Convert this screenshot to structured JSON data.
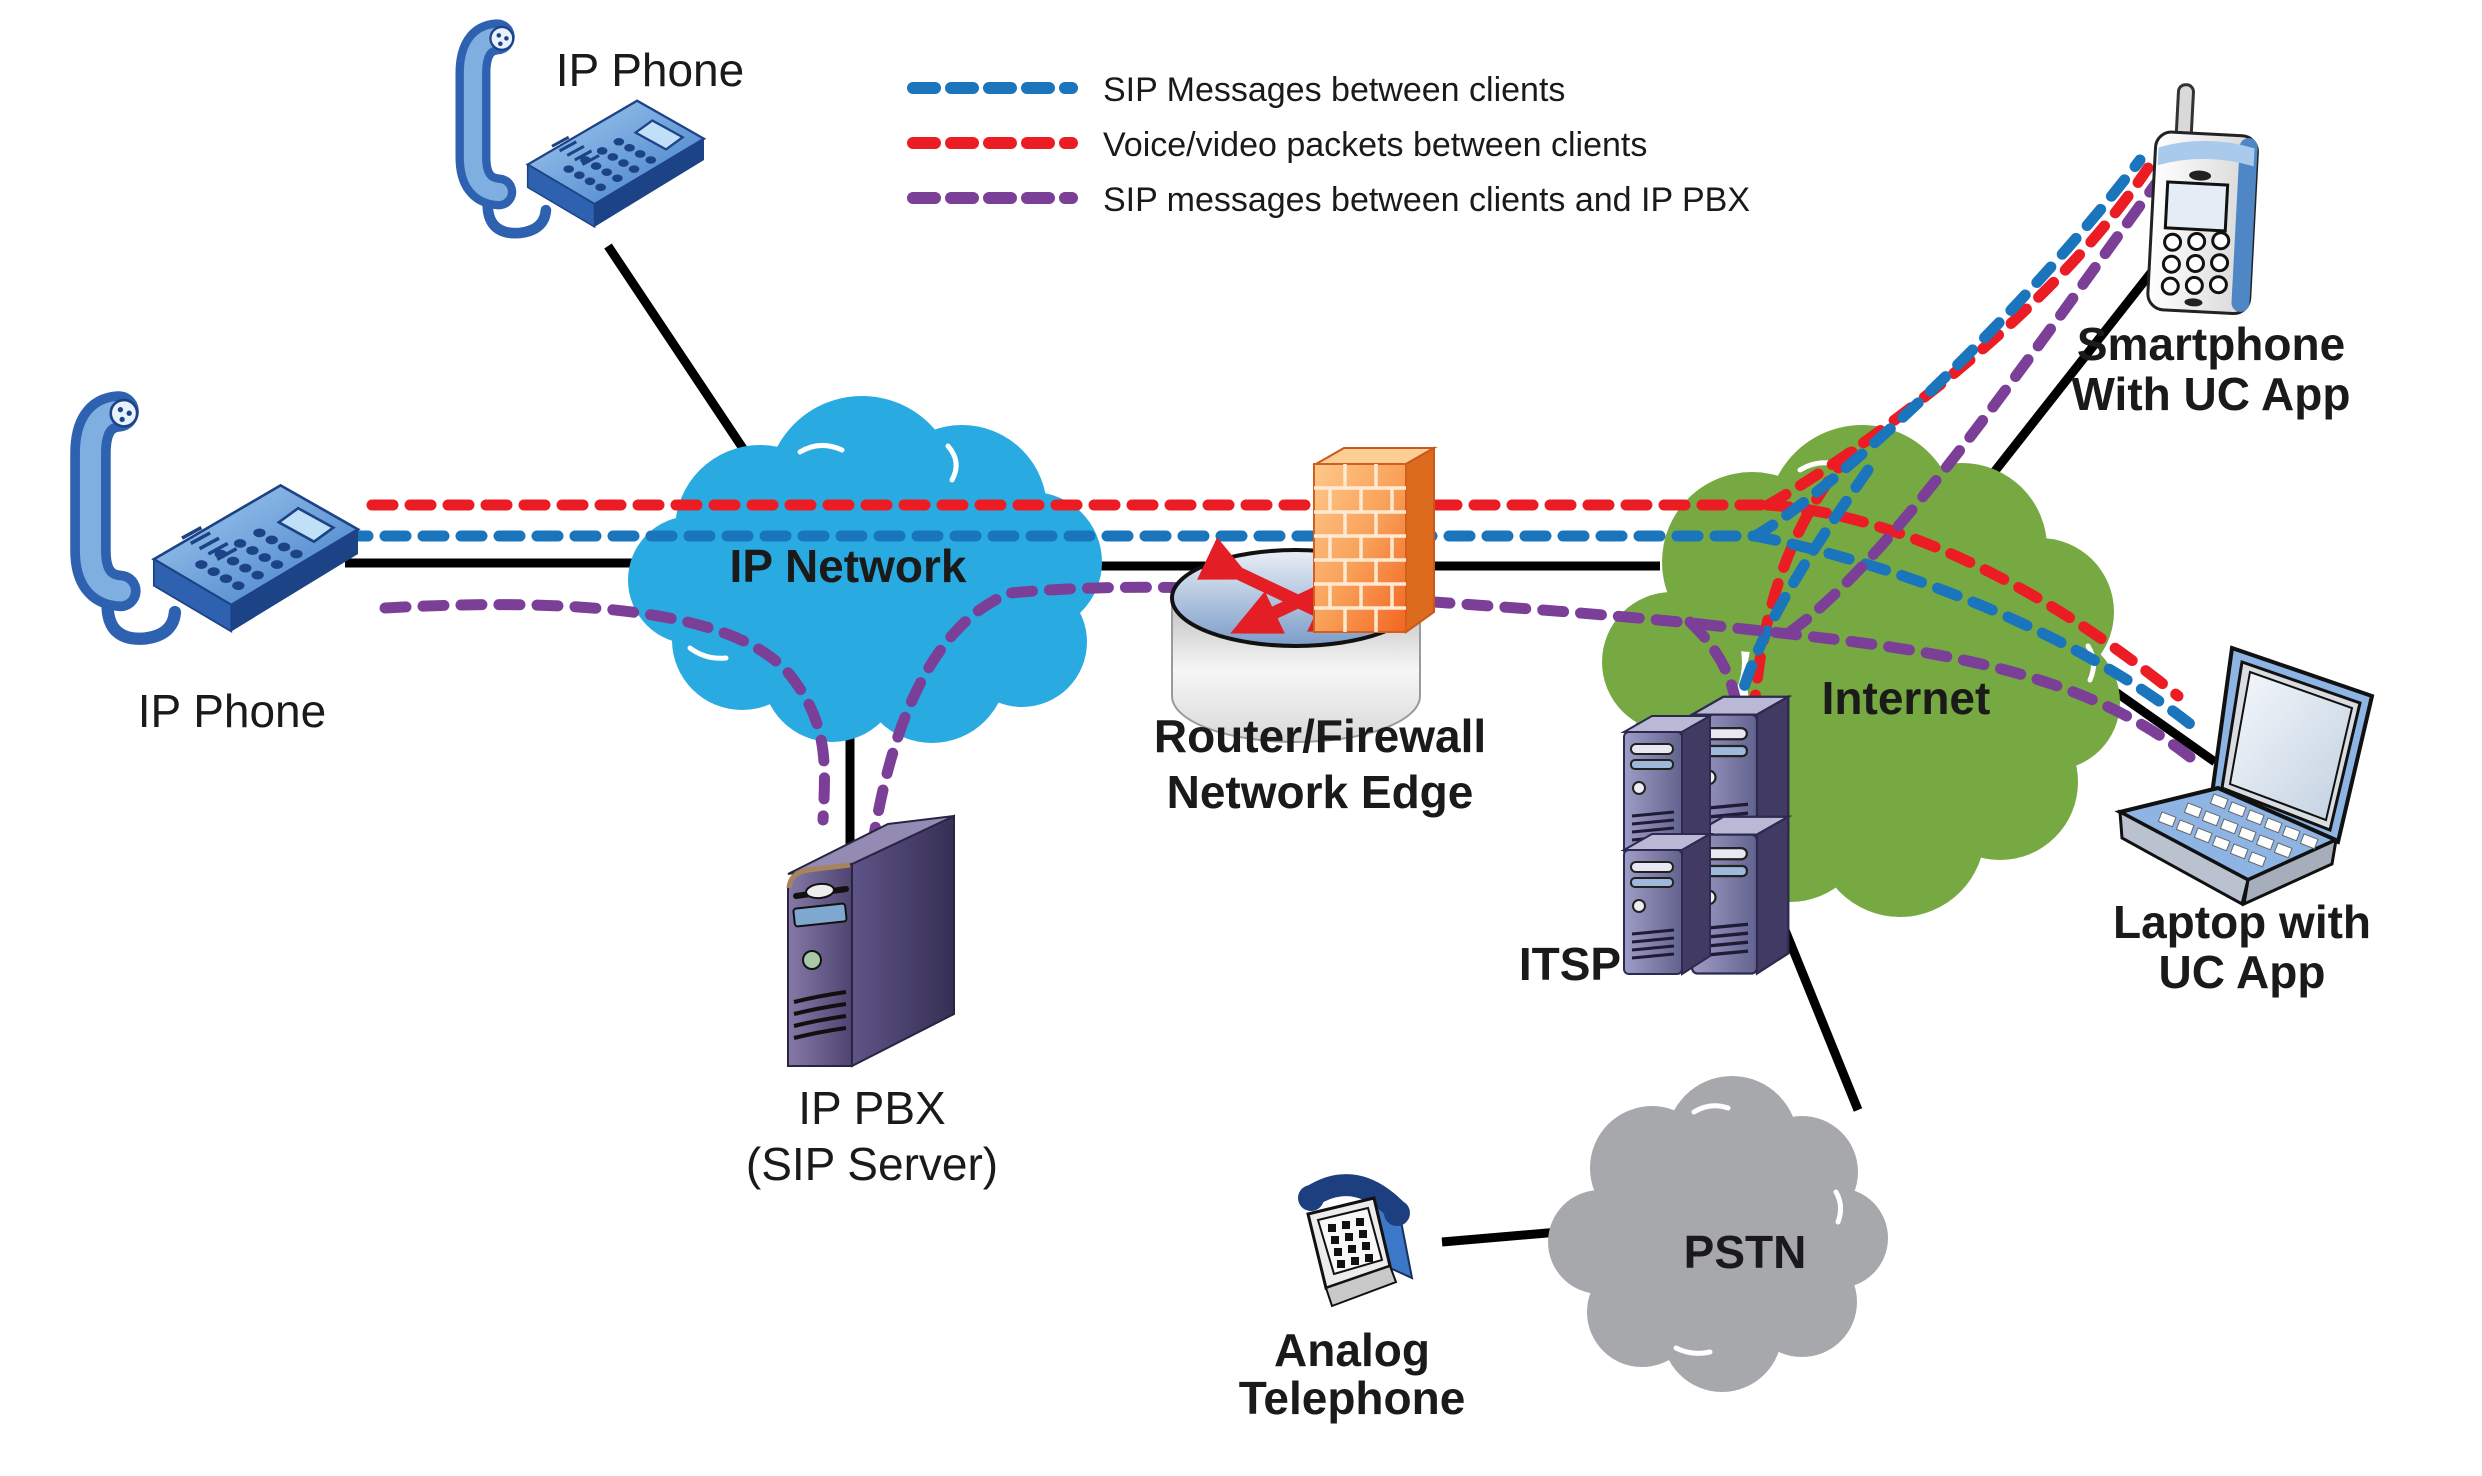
{
  "legend": {
    "items": [
      {
        "label": "SIP Messages between clients",
        "color": "#1B75BC"
      },
      {
        "label": "Voice/video packets between clients",
        "color": "#EC1C24"
      },
      {
        "label": "SIP messages between clients and IP PBX",
        "color": "#7B3F98"
      }
    ]
  },
  "nodes": {
    "ip_phone_top": {
      "label": "IP Phone"
    },
    "ip_phone_left": {
      "label": "IP Phone"
    },
    "ip_network": {
      "label": "IP Network"
    },
    "router": {
      "label_line1": "Router/Firewall",
      "label_line2": "Network Edge"
    },
    "internet": {
      "label": "Internet"
    },
    "itsp": {
      "label": "ITSP"
    },
    "smartphone": {
      "label_line1": "Smartphone",
      "label_line2": "With UC App"
    },
    "laptop": {
      "label_line1": "Laptop with",
      "label_line2": "UC App"
    },
    "ip_pbx": {
      "label_line1": "IP PBX",
      "label_line2": "(SIP Server)"
    },
    "pstn": {
      "label": "PSTN"
    },
    "analog_phone": {
      "label_line1": "Analog",
      "label_line2": "Telephone"
    }
  },
  "colors": {
    "sip_between_clients": "#1B75BC",
    "voice_video_packets": "#EC1C24",
    "sip_clients_ip_pbx": "#7B3F98",
    "solid_link": "#000000",
    "ip_network_cloud": "#29ABE2",
    "internet_cloud": "#77A942",
    "pstn_cloud": "#A6A8AB"
  },
  "connections": {
    "solid_links": [
      "IP Phone (top) - IP Network",
      "IP Phone (left) - IP Network",
      "IP Network - Router/Firewall - Internet",
      "IP Network - IP PBX (SIP Server)",
      "Internet - Smartphone With UC App",
      "Internet - Laptop with UC App",
      "ITSP - PSTN",
      "Analog Telephone - PSTN"
    ]
  }
}
